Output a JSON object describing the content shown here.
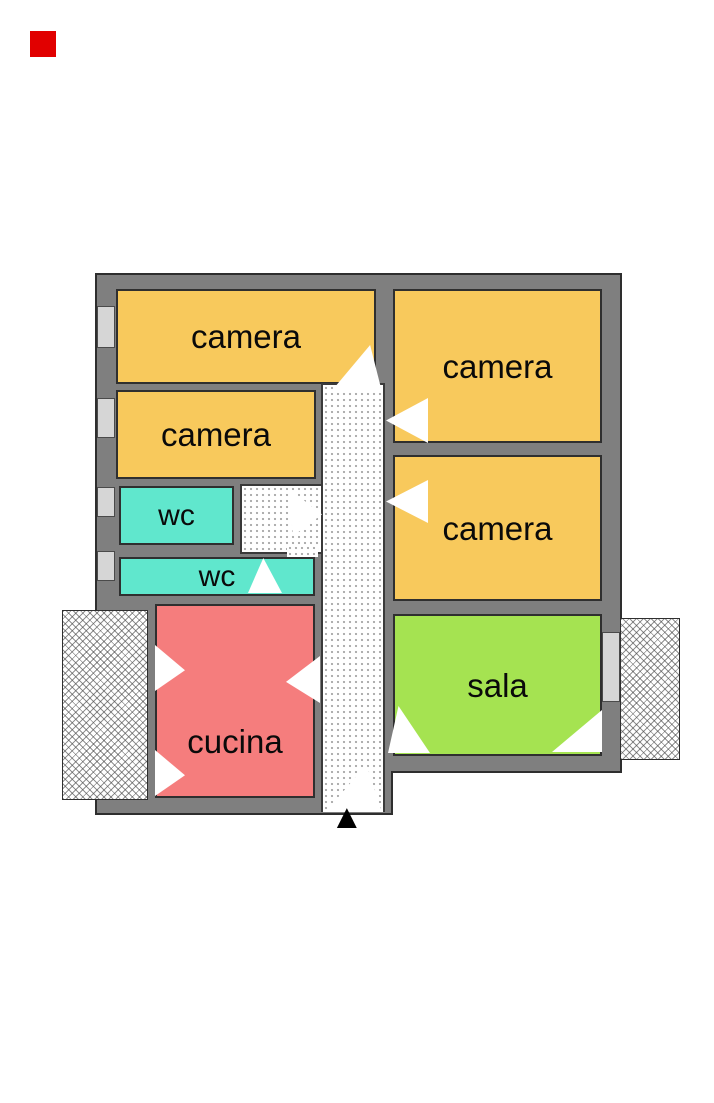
{
  "page": {
    "background": "#ffffff"
  },
  "marker": {
    "color": "#e10000"
  },
  "palette": {
    "wall": "#7f7f7f",
    "bedroom": "#f8c95c",
    "wc": "#60e7cd",
    "kitchen": "#f57d7d",
    "living": "#a5e351",
    "window": "#d6d6d6",
    "corridor": "#ffffff"
  },
  "rooms": [
    {
      "id": "camera-top-left",
      "label": "camera",
      "type": "bedroom"
    },
    {
      "id": "camera-top-right",
      "label": "camera",
      "type": "bedroom"
    },
    {
      "id": "camera-mid-left",
      "label": "camera",
      "type": "bedroom"
    },
    {
      "id": "camera-mid-right",
      "label": "camera",
      "type": "bedroom"
    },
    {
      "id": "wc-upper",
      "label": "wc",
      "type": "bathroom"
    },
    {
      "id": "wc-lower",
      "label": "wc",
      "type": "bathroom"
    },
    {
      "id": "cucina",
      "label": "cucina",
      "type": "kitchen"
    },
    {
      "id": "sala",
      "label": "sala",
      "type": "living"
    }
  ],
  "icons": {
    "entrance_arrow": "▲"
  }
}
